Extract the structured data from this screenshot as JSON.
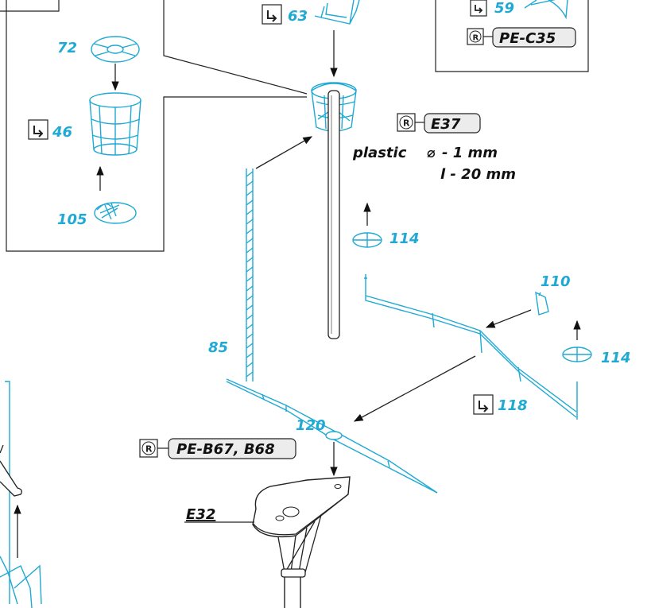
{
  "colors": {
    "part": "#1fa9d4",
    "line": "#222222",
    "tag_fill": "#ececec"
  },
  "icons": {
    "glue": "glue-icon",
    "resin": "resin-r-icon"
  },
  "parts": {
    "p63": "63",
    "p59": "59",
    "p72": "72",
    "p46": "46",
    "p105": "105",
    "p114a": "114",
    "p110": "110",
    "p114b": "114",
    "p118": "118",
    "p85": "85",
    "p120": "120"
  },
  "tags": {
    "pe_c35": "PE-C35",
    "e37": "E37",
    "pe_b67_b68": "PE-B67, B68",
    "e32": "E32"
  },
  "glyphs": {
    "resin": "R",
    "diameter": "⌀"
  },
  "note": {
    "material": "plastic",
    "diameter": "- 1 mm",
    "length": "l - 20 mm"
  }
}
